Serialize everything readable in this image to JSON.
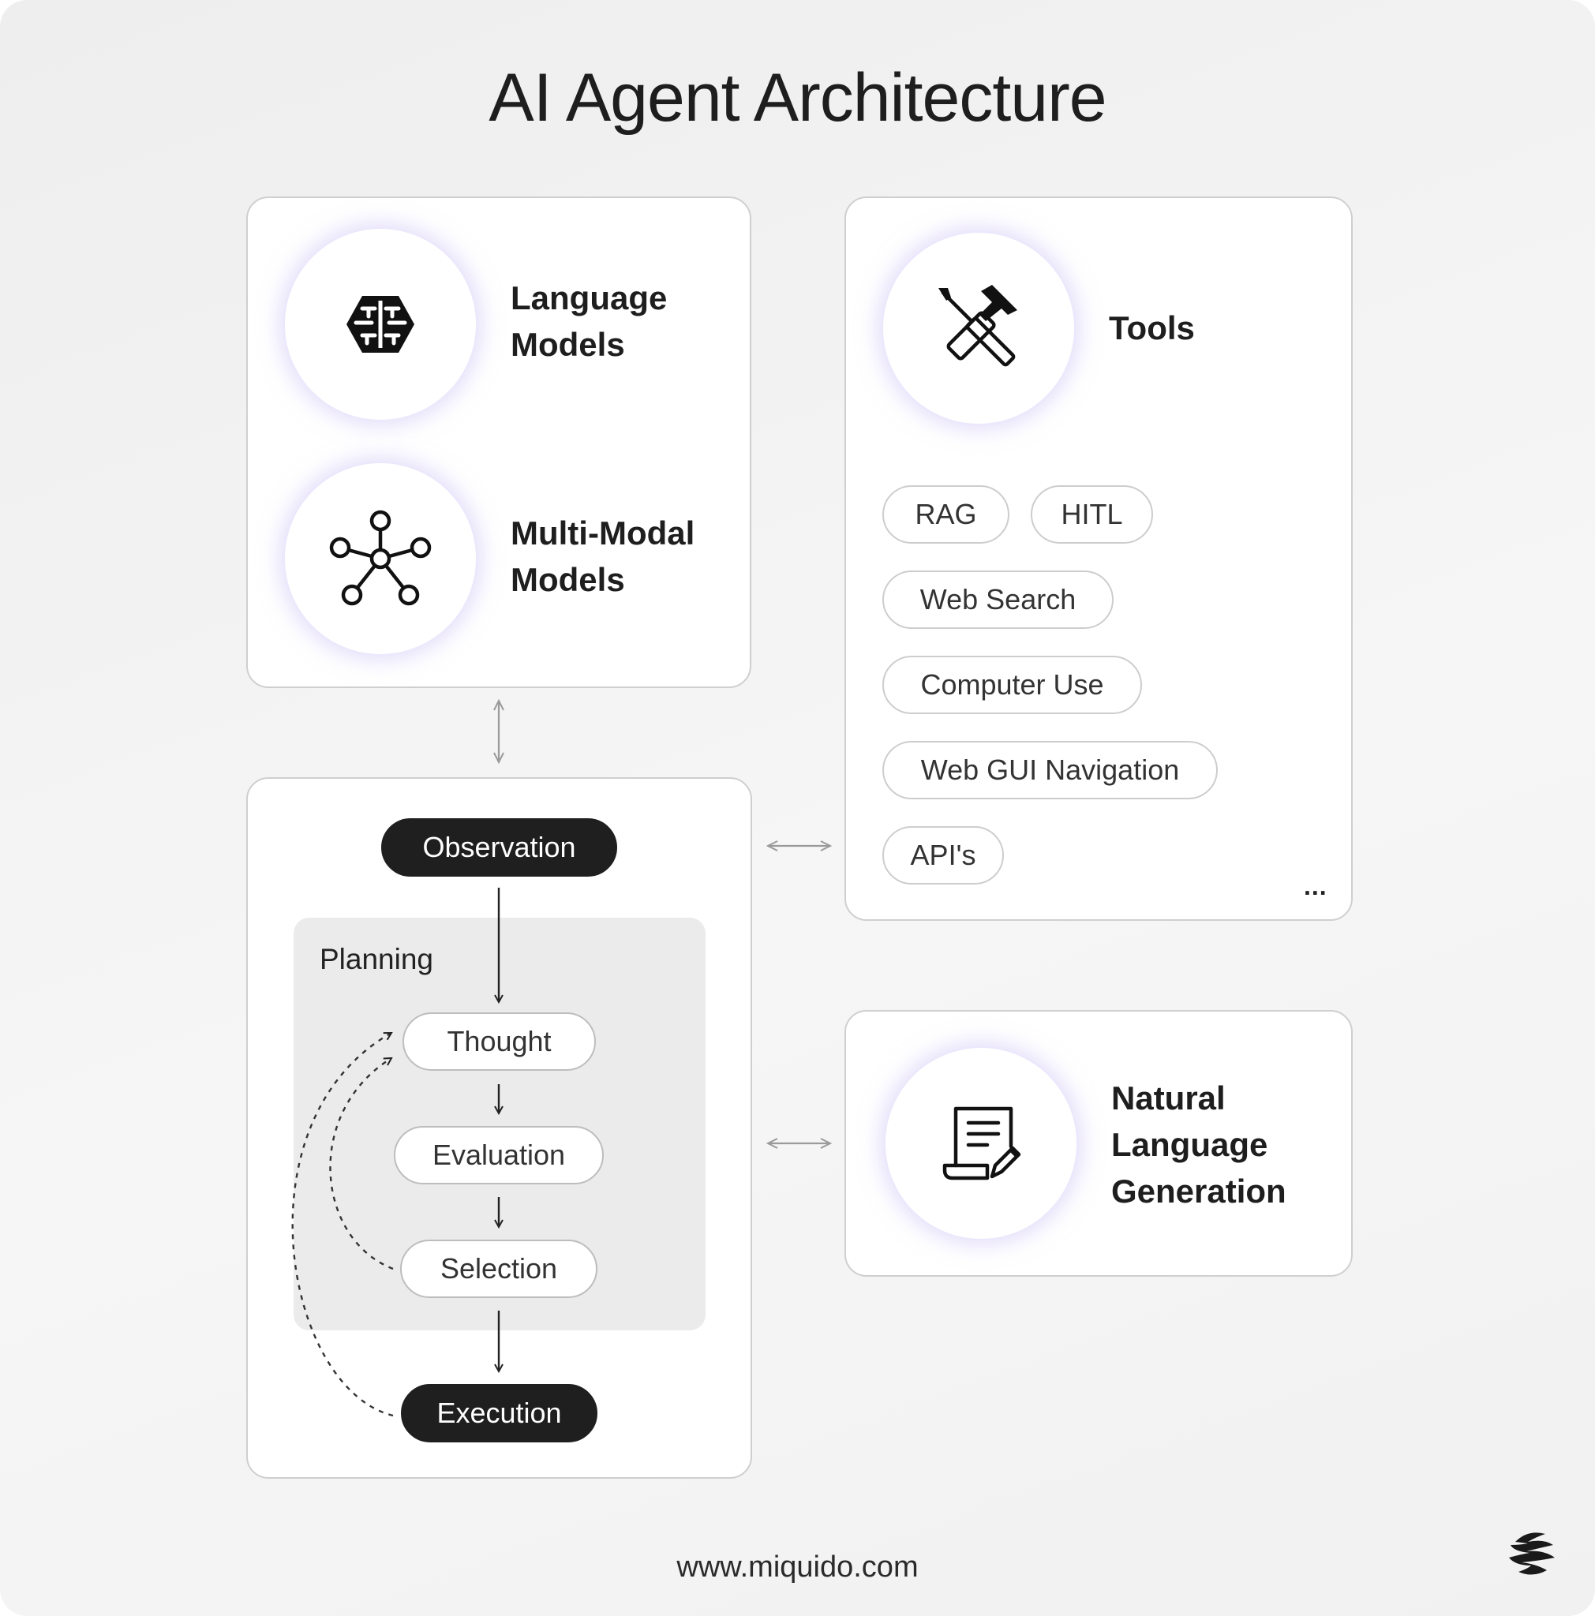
{
  "title": "AI Agent Architecture",
  "models_card": {
    "language_models": "Language\nModels",
    "multimodal_models": "Multi-Modal\nModels"
  },
  "tools_card": {
    "title": "Tools",
    "items": [
      "RAG",
      "HITL",
      "Web Search",
      "Computer Use",
      "Web GUI Navigation",
      "API's"
    ],
    "more": "..."
  },
  "nlg_card": {
    "title": "Natural\nLanguage\nGeneration"
  },
  "agent_loop": {
    "observation": "Observation",
    "planning": "Planning",
    "thought": "Thought",
    "evaluation": "Evaluation",
    "selection": "Selection",
    "execution": "Execution"
  },
  "footer": {
    "url": "www.miquido.com"
  },
  "colors": {
    "background": "#f1f1f1",
    "card": "#ffffff",
    "dark_node": "#1f1f1f",
    "planning_bg": "#ebebeb",
    "glow": "#cdc3f5"
  }
}
